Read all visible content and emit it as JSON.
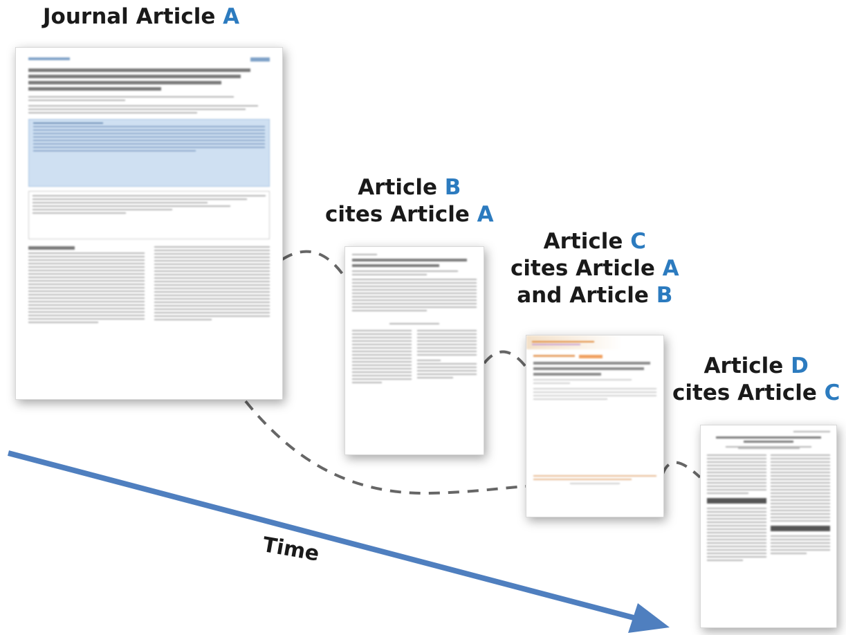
{
  "colors": {
    "accent": "#2c7bbf",
    "arrow": "#4f7fbf",
    "connector": "#666666"
  },
  "labels": {
    "a": {
      "prefix": "Journal Article",
      "letter": "A"
    },
    "b": {
      "line1_prefix": "Article",
      "line1_letter": "B",
      "line2_prefix": "cites Article",
      "line2_letter": "A"
    },
    "c": {
      "line1_prefix": "Article",
      "line1_letter": "C",
      "line2_prefix": "cites Article",
      "line2_letter": "A",
      "line3_prefix": "and Article",
      "line3_letter": "B"
    },
    "d": {
      "line1_prefix": "Article",
      "line1_letter": "D",
      "line2_prefix": "cites Article",
      "line2_letter": "C"
    }
  },
  "time_label": "Time"
}
